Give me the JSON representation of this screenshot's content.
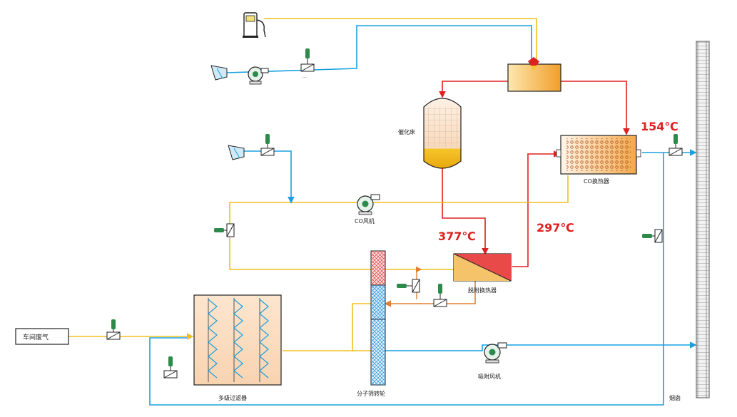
{
  "labels": {
    "workshop_exhaust": "车间废气",
    "multistage_filter": "多级过滤器",
    "molecular_sieve_wheel": "分子筛转轮",
    "catalytic_bed": "催化床",
    "co_heat_exchanger": "CO换热器",
    "desorption_heat_exchanger": "脱附换热器",
    "co_fan": "CO风机",
    "adsorption_fan": "吸附风机",
    "chimney": "烟囱",
    "valve_tiny": "----"
  },
  "temperatures": {
    "t_co_outlet": "154℃",
    "t_bed_outlet": "377℃",
    "t_desorption": "297℃"
  },
  "colors": {
    "yellow_line": "#f0c020",
    "blue_line": "#1aa0e0",
    "red_line": "#e02020",
    "orange_line": "#e08030",
    "temp_text": "#e02020",
    "actuator_green": "#2c8a4a"
  },
  "icons": [
    "fuel-pump-icon",
    "fan-icon",
    "valve-icon",
    "intake-icon",
    "burner-flame-icon"
  ]
}
